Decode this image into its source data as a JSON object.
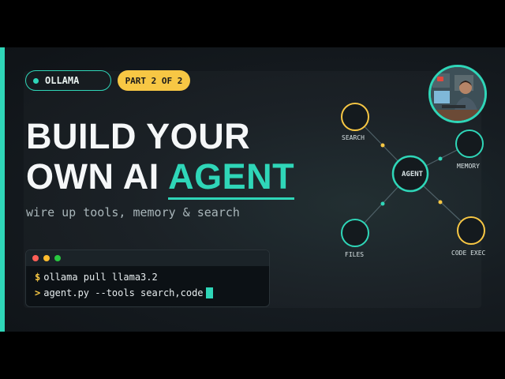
{
  "badges": {
    "channel": "OLLAMA",
    "part": "PART 2 OF 2"
  },
  "headline": {
    "line1": "BUILD YOUR",
    "line2_plain": "OWN AI",
    "line2_highlight": "AGENT"
  },
  "subtitle": "wire up tools, memory & search",
  "terminal": {
    "line1_prompt": "$",
    "line1_cmd": "ollama pull llama3.2",
    "line2_prompt": ">",
    "line2_cmd": "agent.py --tools search,code"
  },
  "graph": {
    "center": "AGENT",
    "nodes": [
      "SEARCH",
      "MEMORY",
      "FILES",
      "CODE EXEC"
    ]
  },
  "colors": {
    "accent": "#2fd6b8",
    "highlight": "#f7c744",
    "background": "#161c21"
  }
}
